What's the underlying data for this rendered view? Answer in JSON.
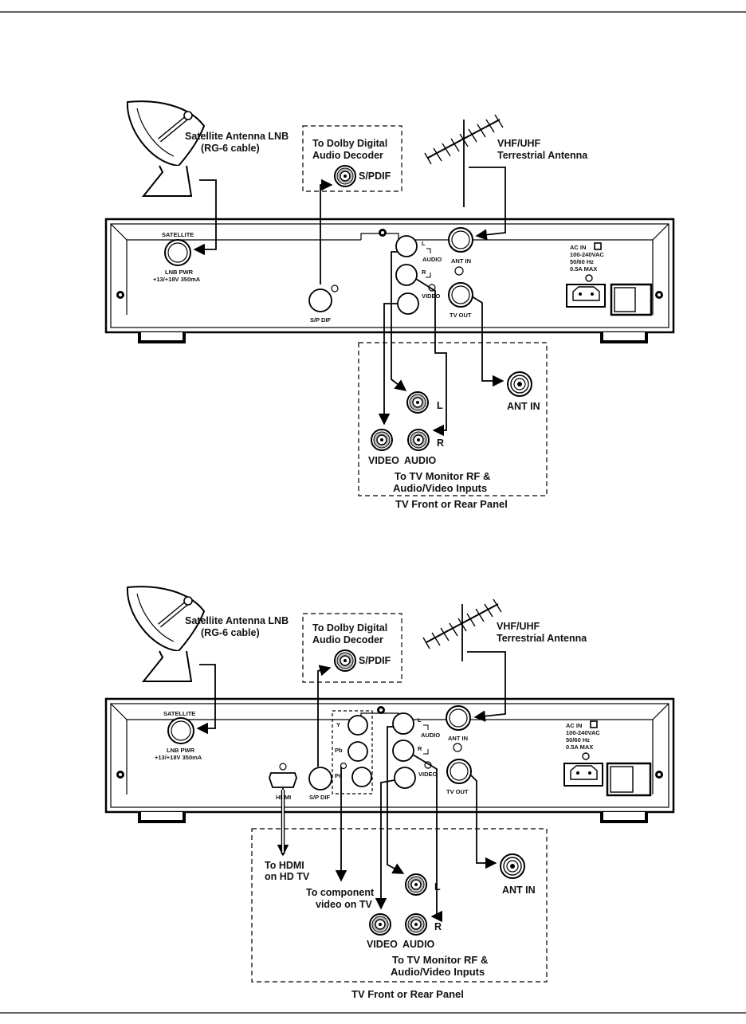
{
  "diagram1": {
    "satellite_label": [
      "Satellite Antenna LNB",
      "(RG-6 cable)"
    ],
    "dolby_label": [
      "To Dolby Digital",
      "Audio  Decoder"
    ],
    "dolby_port": "S/PDIF",
    "vhf_label": [
      "VHF/UHF",
      "Terrestrial Antenna"
    ],
    "panel": {
      "satellite": "SATELLITE",
      "lnb": [
        "LNB PWR",
        "+13/+18V 350mA"
      ],
      "spdif": "S/P DIF",
      "audio": "AUDIO",
      "audio_l": "L",
      "audio_r": "R",
      "video": "VIDEO",
      "ant_in": "ANT IN",
      "tv_out": "TV OUT",
      "ac": [
        "AC IN",
        "100-240VAC",
        "50/60 Hz",
        "0.5A MAX"
      ]
    },
    "tv_box": {
      "l": "L",
      "r": "R",
      "video": "VIDEO",
      "audio": "AUDIO",
      "ant_in": "ANT IN",
      "inputs": [
        "To TV Monitor RF &",
        "Audio/Video Inputs"
      ],
      "panel_label": "TV Front or Rear Panel"
    }
  },
  "diagram2": {
    "satellite_label": [
      "Satellite Antenna LNB",
      "(RG-6 cable)"
    ],
    "dolby_label": [
      "To Dolby Digital",
      "Audio  Decoder"
    ],
    "dolby_port": "S/PDIF",
    "vhf_label": [
      "VHF/UHF",
      "Terrestrial Antenna"
    ],
    "panel": {
      "satellite": "SATELLITE",
      "lnb": [
        "LNB PWR",
        "+13/+18V 350mA"
      ],
      "hdmi": "HDMI",
      "spdif": "S/P DIF",
      "y": "Y",
      "pb": "Pb",
      "pr": "Pr",
      "audio": "AUDIO",
      "audio_l": "L",
      "audio_r": "R",
      "video": "VIDEO",
      "ant_in": "ANT IN",
      "tv_out": "TV OUT",
      "ac": [
        "AC IN",
        "100-240VAC",
        "50/60 Hz",
        "0.5A MAX"
      ]
    },
    "tv_box": {
      "hdmi_tv": [
        "To HDMI",
        "on HD TV"
      ],
      "component": [
        "To component",
        "video on TV"
      ],
      "l": "L",
      "r": "R",
      "video": "VIDEO",
      "audio": "AUDIO",
      "ant_in": "ANT IN",
      "inputs": [
        "To TV Monitor RF &",
        "Audio/Video Inputs"
      ],
      "panel_label": "TV Front or Rear Panel"
    }
  }
}
